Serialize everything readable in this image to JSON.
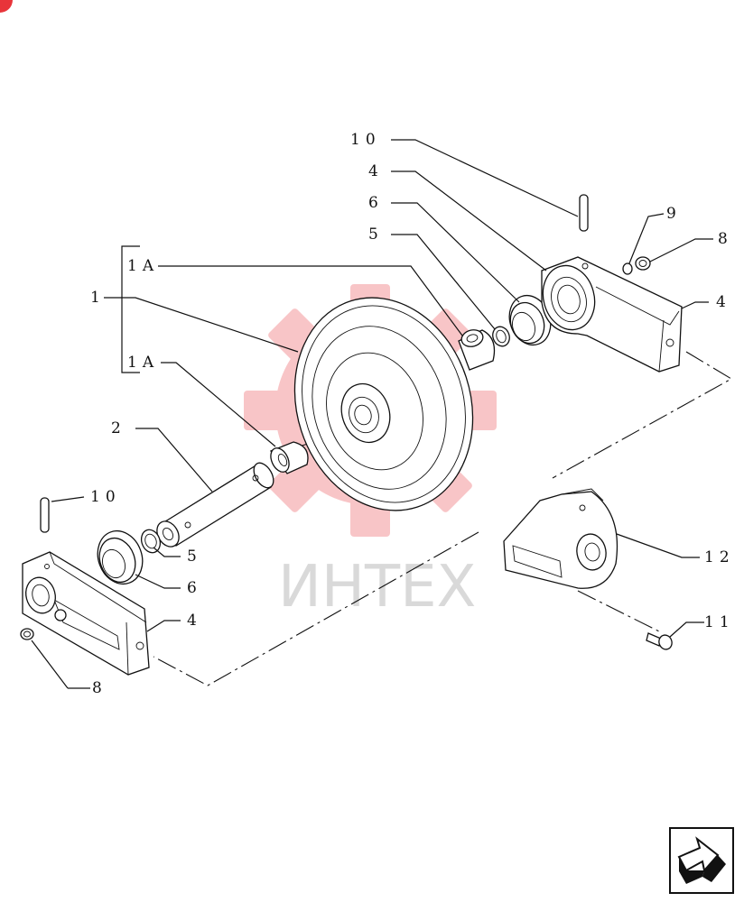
{
  "callouts": {
    "c10_top": "10",
    "c4_top": "4",
    "c6_top": "6",
    "c5_top": "5",
    "c9": "9",
    "c8_right": "8",
    "c4_right": "4",
    "c1a_top": "1A",
    "c1": "1",
    "c1a_bottom": "1A",
    "c2": "2",
    "c10_left": "10",
    "c5_left": "5",
    "c6_left": "6",
    "c4_left": "4",
    "c8_left": "8",
    "c12": "12",
    "c11": "11"
  },
  "watermark": {
    "text": "ИНТЕХ",
    "color": "#e8343a"
  },
  "icons": {
    "corner_badge": "brand-corner-icon",
    "nav": "next-page-arrow-icon"
  }
}
